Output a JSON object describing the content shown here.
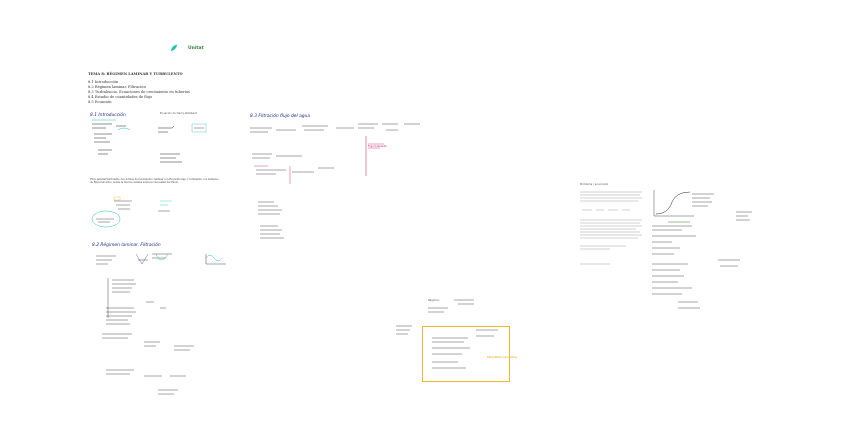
{
  "logo": {
    "text": "Unitat"
  },
  "toc": {
    "title": "TEMA 8: RÉGIMEN LAMINAR Y TURBULENTO",
    "items": [
      "8.1 Introducción",
      "8.2 Régimen laminar. Filtración",
      "8.3 Turbulencia. Ecuaciones de crecimiento en tuberías",
      "8.4 Estudio de cuantidades de flujo",
      "8.5 Ecuación"
    ]
  },
  "sections": {
    "intro": "8.1 Introducción",
    "laminar": "8.2 Régimen laminar. Filtración",
    "filtracion_agua": "8.3 Filtración flujo del agua"
  },
  "notes": {
    "intro_note": "Ecuación de Darcy-Weisbach",
    "intro_para": "Flujo laminar/turbulento dos formas de movimiento: laminar con Reynolds bajo y turbulento con números de Reynolds altos, donde la inercia domina sobre la viscosidad del fluido.",
    "regimen": "Régimen",
    "orange_note": "Datos/Notas importantes",
    "mag_note": "Flujo turbulento",
    "doc_title": "Problema / enunciado"
  },
  "colors": {
    "accent_green": "#2e7d32",
    "logo_leaf": "#26c6a5",
    "highlight_orange": "#f2b733",
    "annotation_magenta": "#c2185b",
    "ink": "#222222"
  }
}
